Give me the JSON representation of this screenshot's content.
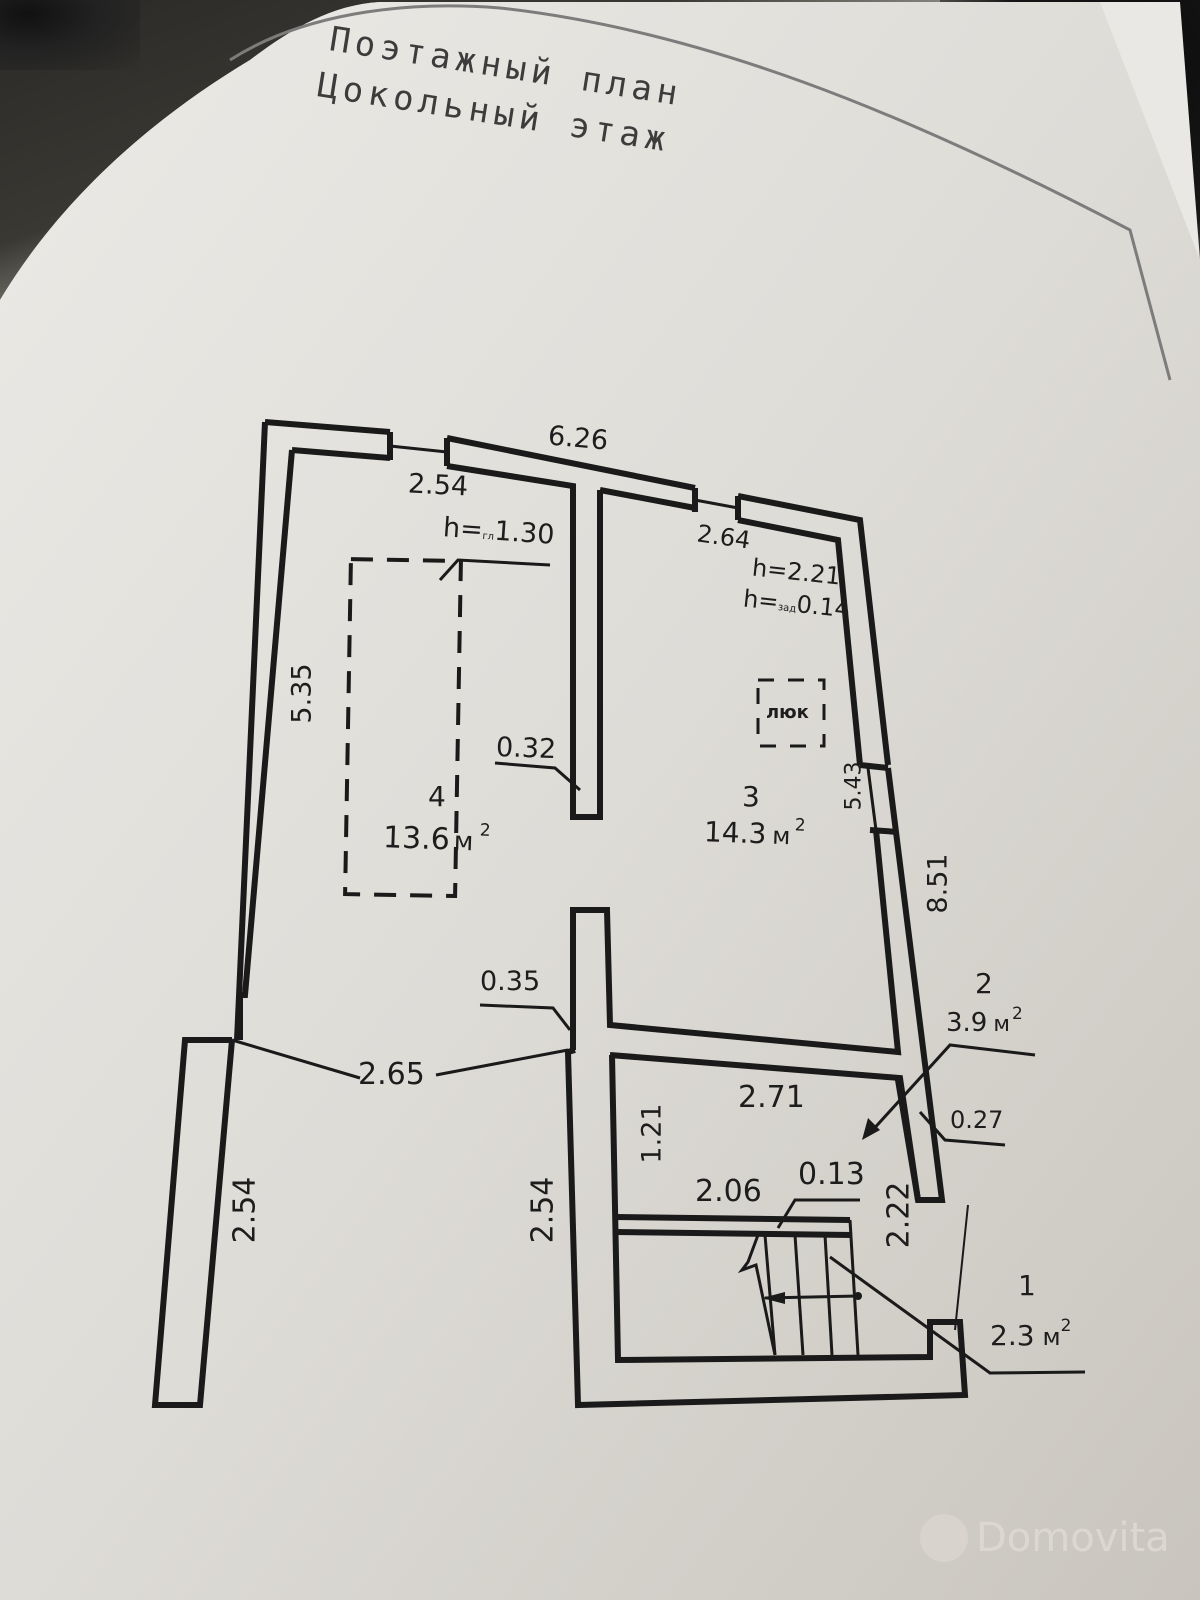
{
  "document": {
    "title_line_1": "Поэтажный план",
    "title_line_2": "Цокольный этаж"
  },
  "plan": {
    "overall_dimensions": {
      "top_width": "6.26",
      "right_length": "8.51"
    },
    "rooms": [
      {
        "number": "1",
        "area": "2.3",
        "unit": "м",
        "unit_power": "2"
      },
      {
        "number": "2",
        "area": "3.9",
        "unit": "м",
        "unit_power": "2"
      },
      {
        "number": "3",
        "area": "14.3",
        "unit": "м",
        "unit_power": "2"
      },
      {
        "number": "4",
        "area": "13.6",
        "unit": "м",
        "unit_power": "2"
      }
    ],
    "room4": {
      "top_width": "2.54",
      "left_length": "5.35",
      "height_label": "h=",
      "height_sub": "гл",
      "height_value": "1.30",
      "wall_thickness": "0.32",
      "opening_width": "2.65",
      "lower_left": "2.54",
      "lower_right": "2.54",
      "partition": "0.35"
    },
    "room3": {
      "top_width": "2.64",
      "height_label": "h=",
      "height_value": "2.21",
      "height2_label": "h=",
      "height2_sub": "зад",
      "height2_value": "0.14",
      "right_length": "5.43",
      "hatch_label": "люк"
    },
    "room2": {
      "width": "2.71",
      "left_length": "1.21",
      "stair_width": "2.06",
      "stair_step": "0.13",
      "right_length": "2.22",
      "wall_thickness": "0.27"
    }
  },
  "watermark": {
    "brand": "Domovita",
    "icon": "domovita-logo-icon"
  }
}
